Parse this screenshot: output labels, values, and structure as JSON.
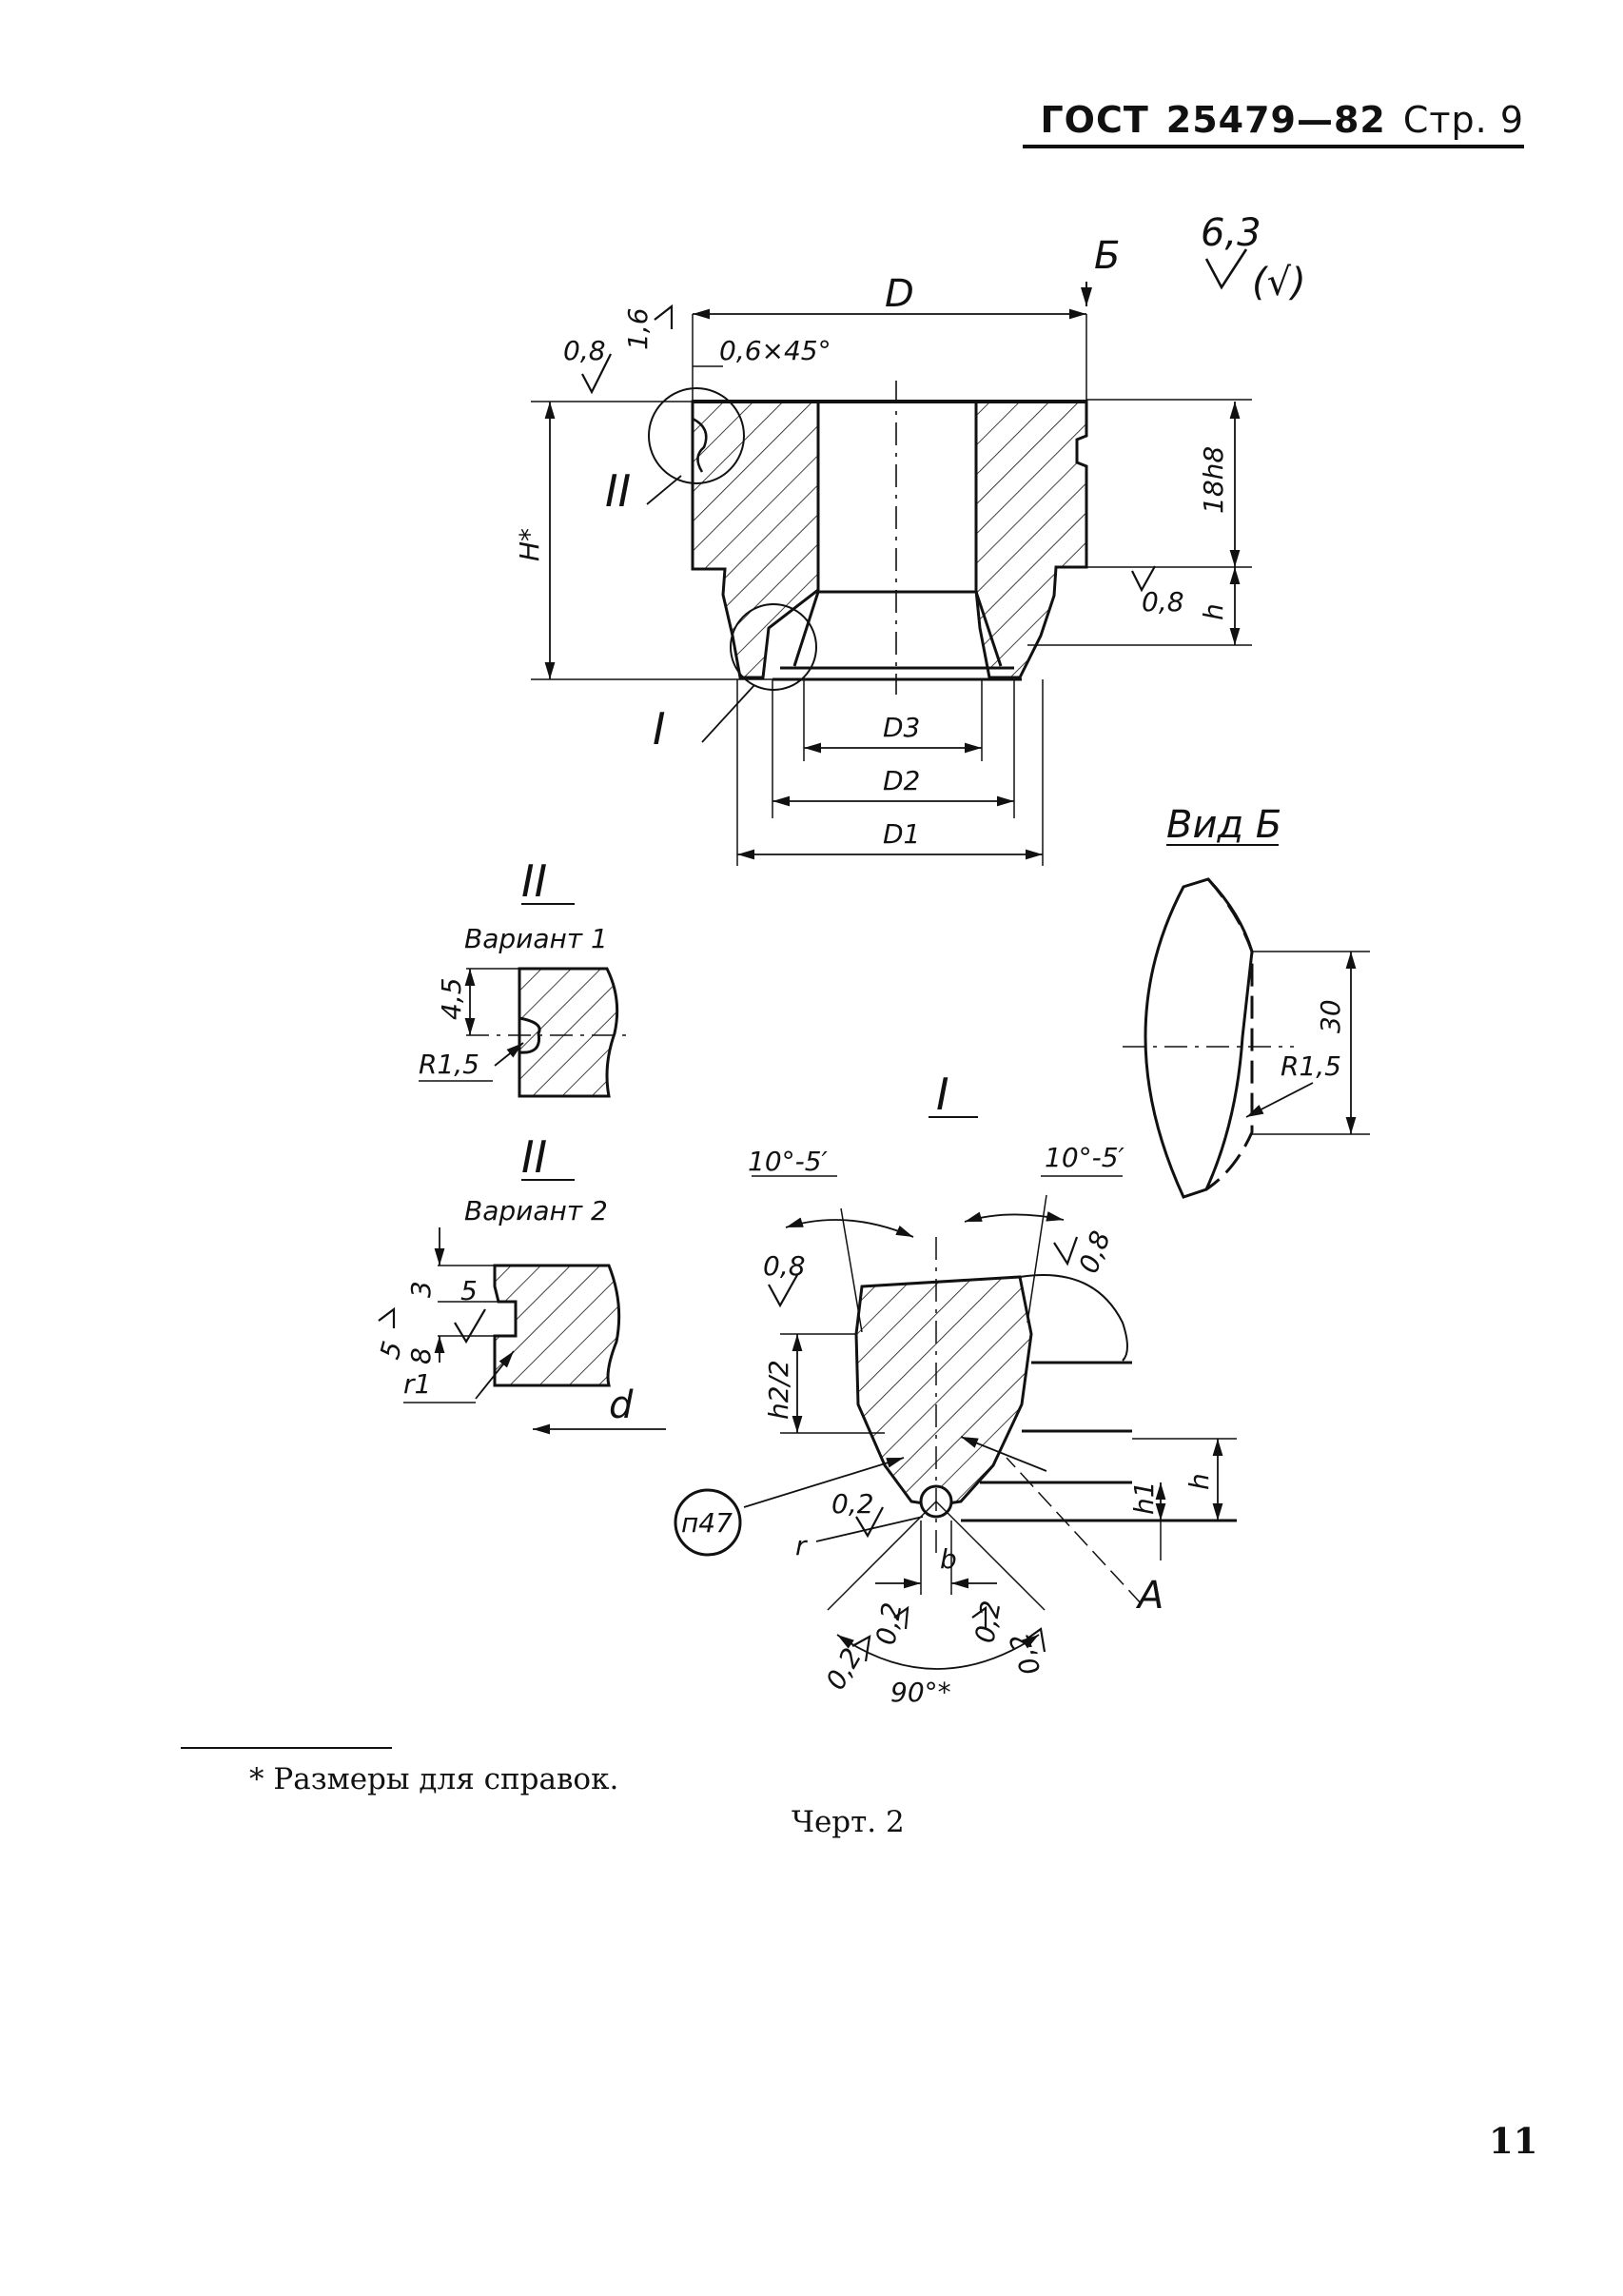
{
  "header": {
    "standard": "ГОСТ",
    "number": "25479—82",
    "page": "Стр. 9"
  },
  "roughness": {
    "general": "6,3",
    "general_mark": "(√)",
    "r08": "0,8",
    "r16": "1,6",
    "r02": "0,2"
  },
  "main_view": {
    "D": "D",
    "view_B_marker": "Б",
    "chamfer": "0,6×45°",
    "H": "H*",
    "h18": "18h8",
    "h": "h",
    "D1": "D1",
    "D2": "D2",
    "D3": "D3",
    "detail_I": "I",
    "detail_II": "II"
  },
  "view_b": {
    "title": "Вид Б",
    "dim30": "30",
    "radius": "R1,5"
  },
  "detail_II_v1": {
    "title": "II",
    "variant": "Вариант 1",
    "dim45": "4,5",
    "radius": "R1,5"
  },
  "detail_II_v2": {
    "title": "II",
    "variant": "Вариант 2",
    "dim3": "3",
    "dim5": "5",
    "rough5": "5",
    "dim8": "8",
    "r1": "r1",
    "d": "d"
  },
  "detail_I": {
    "title": "I",
    "angle_left": "10°-5′",
    "angle_right": "10°-5′",
    "h2_2": "h2/2",
    "h": "h",
    "h1": "h1",
    "b": "b",
    "r": "r",
    "A": "A",
    "angle90": "90°*",
    "note": "п47"
  },
  "footnote": "* Размеры для справок.",
  "caption": "Черт. 2",
  "page_number": "11"
}
